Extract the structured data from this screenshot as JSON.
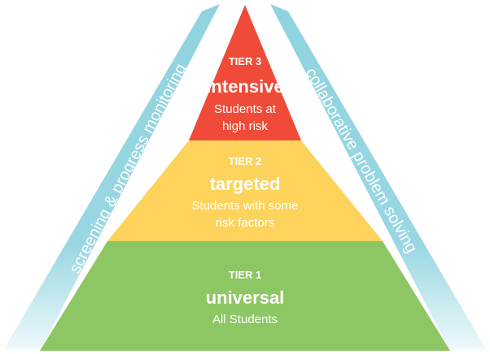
{
  "colors": {
    "band": "#8fd3df",
    "band_fade": "#e6f6f8",
    "tier3": "#ef4b38",
    "tier2": "#fdd35b",
    "tier1": "#8dc764",
    "text": "#ffffff"
  },
  "left_band": {
    "label": "screening & progress monitoring"
  },
  "right_band": {
    "label": "collaborative problem solving"
  },
  "tiers": [
    {
      "tag": "TIER 3",
      "name": "intensive",
      "desc_line1": "Students at",
      "desc_line2": "high risk"
    },
    {
      "tag": "TIER 2",
      "name": "targeted",
      "desc_line1": "Students with some",
      "desc_line2": "risk factors"
    },
    {
      "tag": "TIER 1",
      "name": "universal",
      "desc_line1": "All Students"
    }
  ]
}
